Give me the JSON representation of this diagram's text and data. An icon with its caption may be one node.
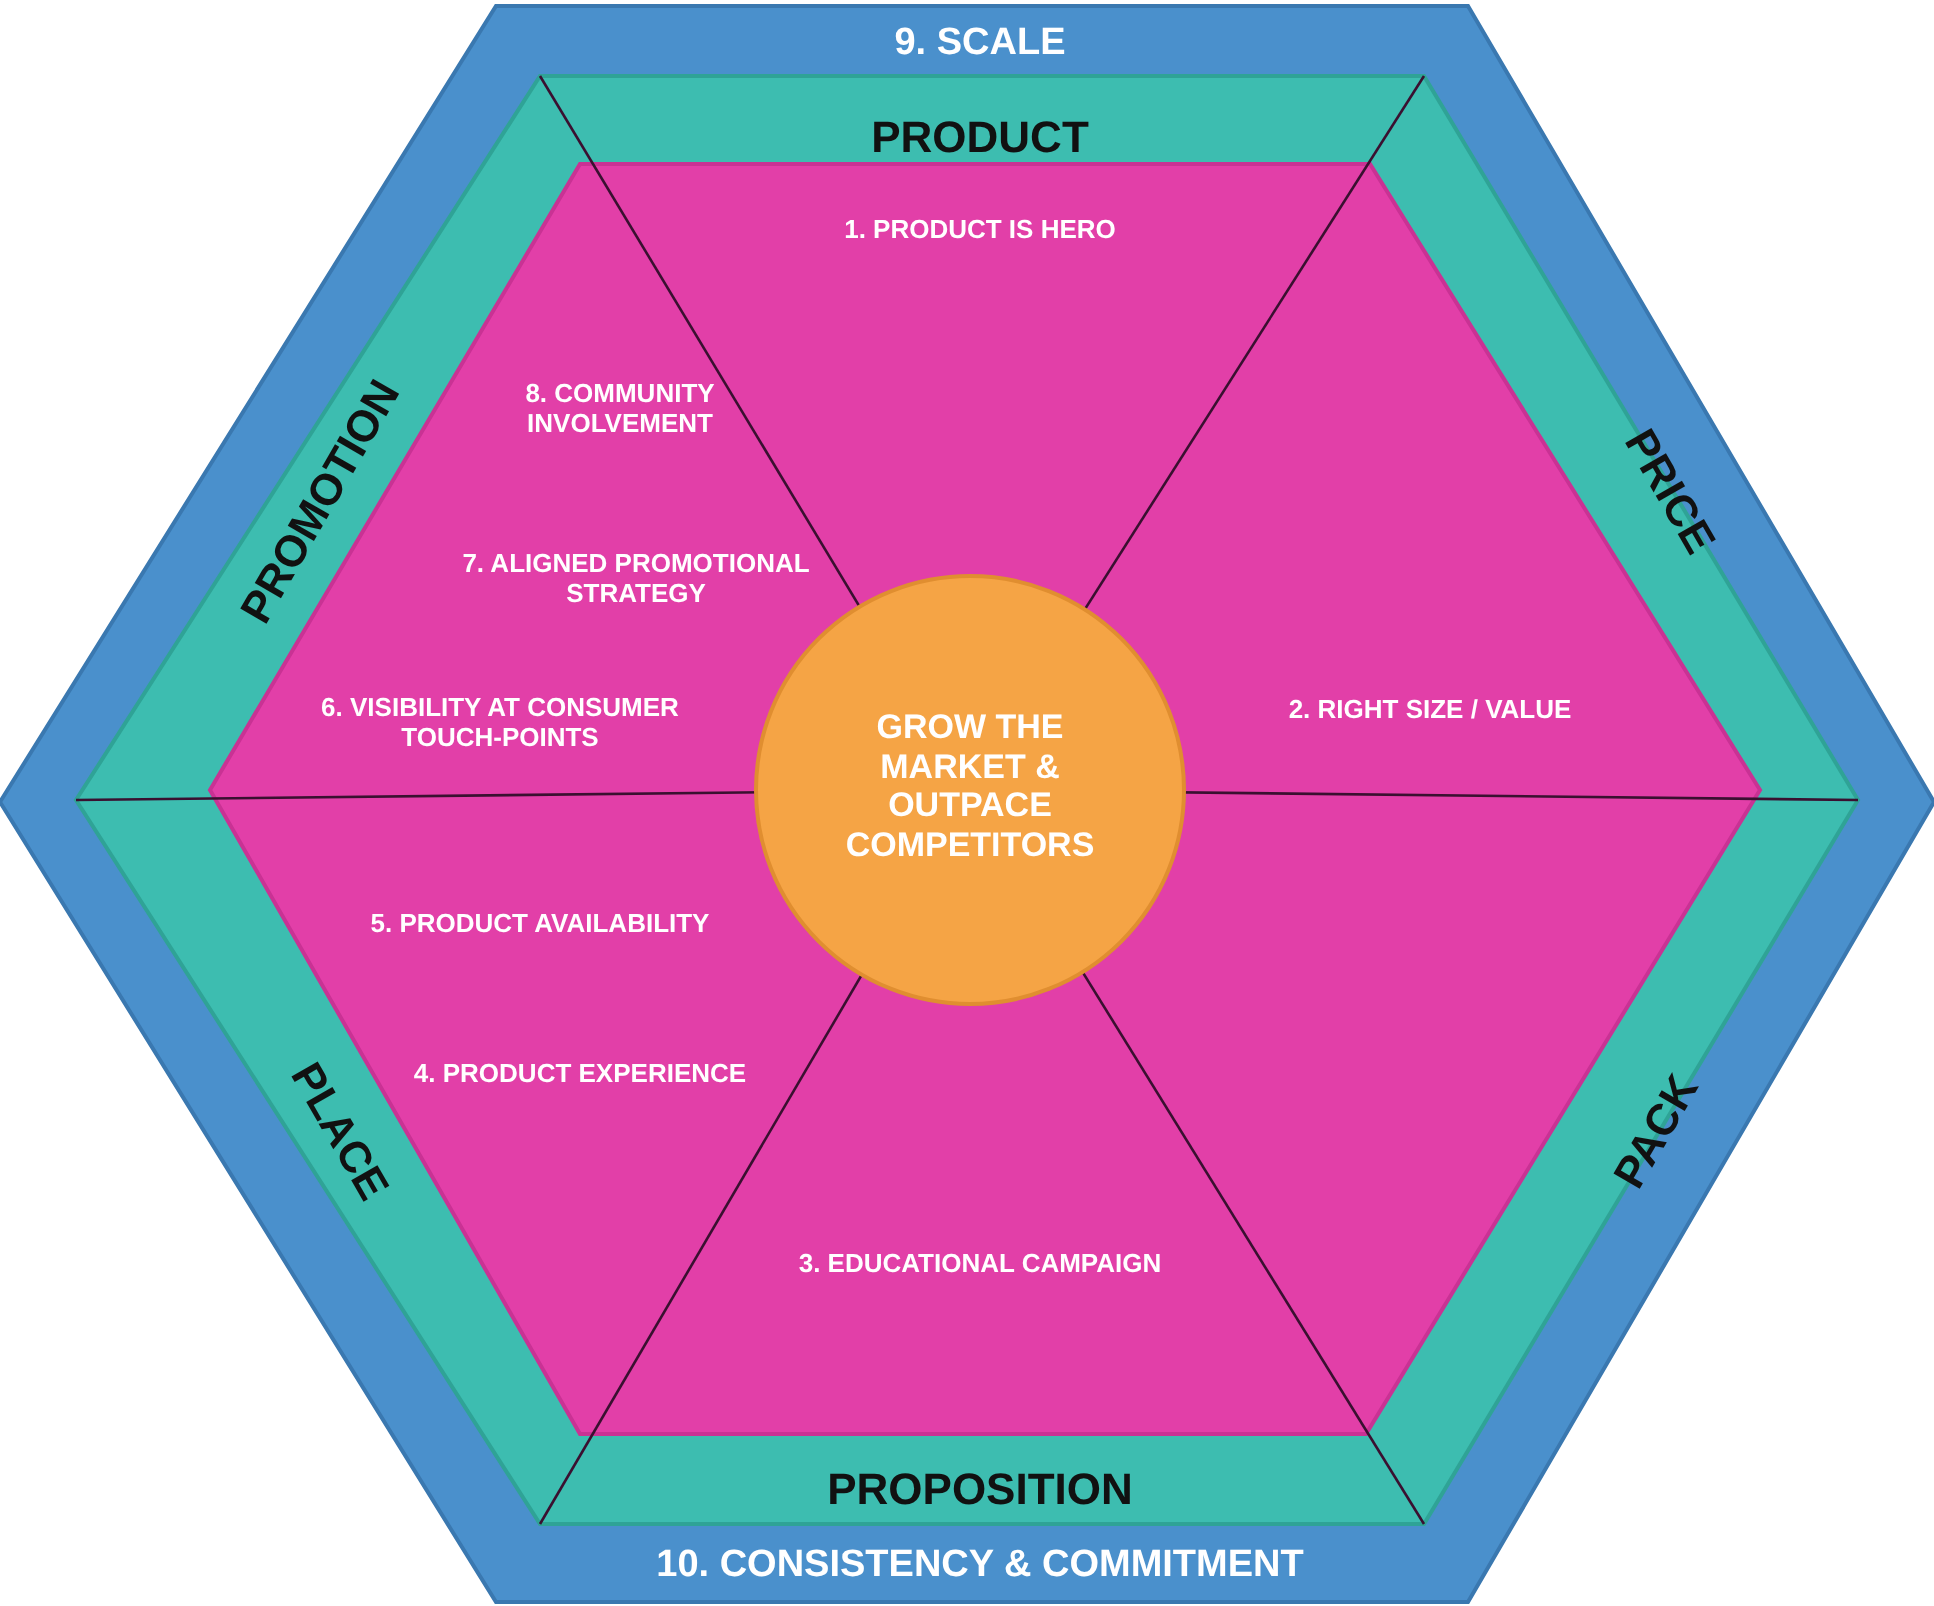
{
  "diagram": {
    "nodes": [
      {
        "text": [
          "9. SCALE",
          "10. CONSISTENCY & COMMITMENT"
        ]
      },
      {
        "text": [
          "PRODUCT",
          "PRICE",
          "PACK",
          "PROPOSITION",
          "PLACE",
          "PROMOTION"
        ],
        "in": 0
      },
      {
        "text": [
          "1. PRODUCT IS HERO",
          "8. COMMUNITY INVOLVEMENT",
          "7. ALIGNED PROMOTIONAL STRATEGY",
          "6. VISIBILITY AT CONSUMER TOUCH-POINTS",
          "2. RIGHT SIZE / VALUE",
          "5. PRODUCT AVAILABILITY",
          "4. PRODUCT EXPERIENCE",
          "3. EDUCATIONAL CAMPAIGN"
        ],
        "in": 1
      },
      {
        "text": [
          "GROW THE MARKET & OUTPACE COMPETITORS"
        ],
        "in": 2
      }
    ],
    "edges": []
  }
}
